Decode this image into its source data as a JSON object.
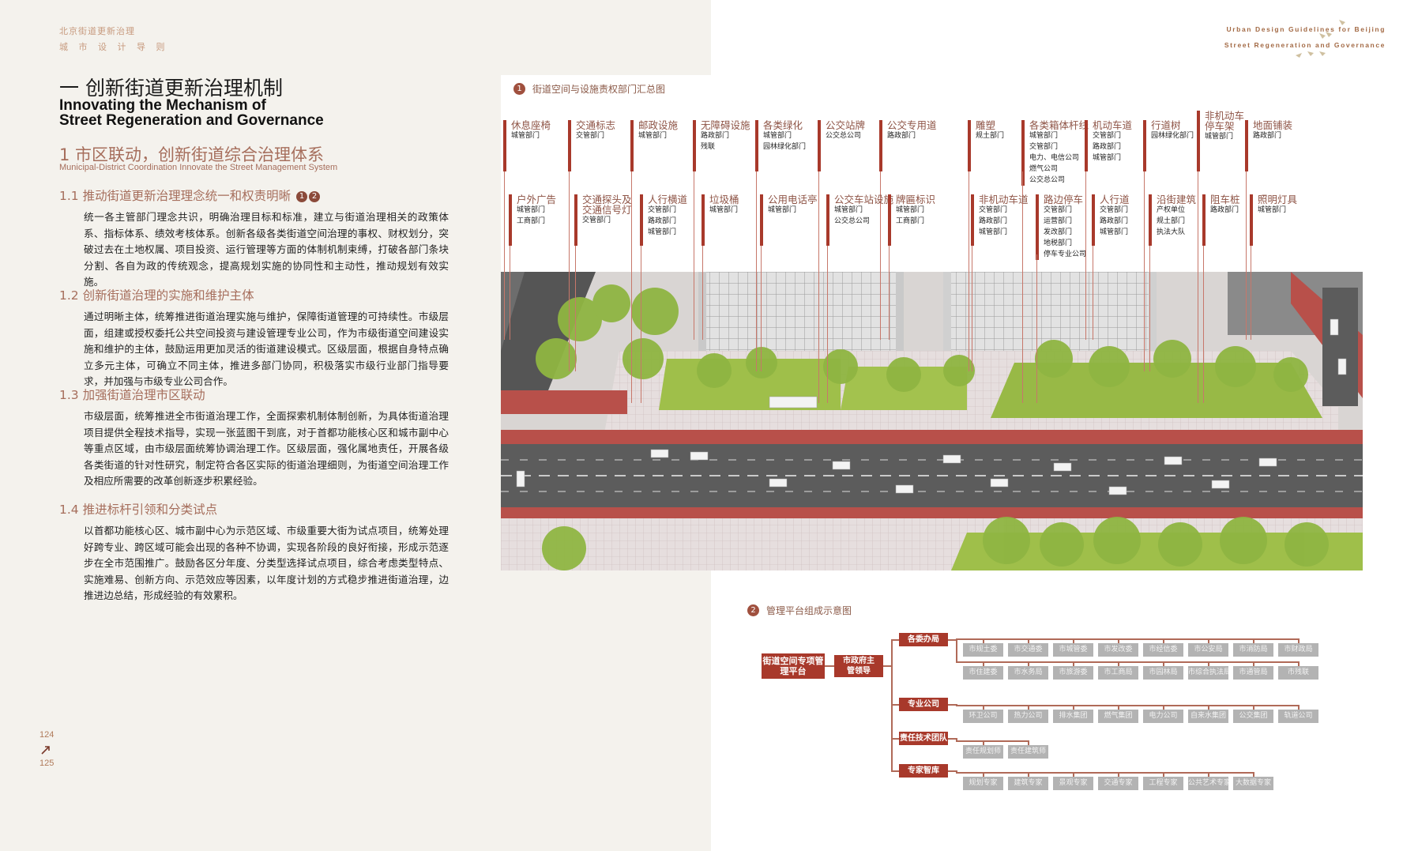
{
  "running_header": {
    "line1": "北京街道更新治理",
    "line2": "城 市 设 计 导 则"
  },
  "top_right": {
    "line1": "Urban Design Guidelines for  Beijing",
    "line2": "Street Regeneration and Governance"
  },
  "chapter": {
    "title_cn": "一   创新街道更新治理机制",
    "title_en_1": "Innovating the Mechanism of",
    "title_en_2": "Street Regeneration and Governance"
  },
  "section": {
    "title_cn": "1   市区联动，创新街道综合治理体系",
    "title_en": "Municipal-District Coordination Innovate the Street Management System"
  },
  "subsections": [
    {
      "heading": "1.1  推动街道更新治理理念统一和权责明晰",
      "refs": [
        "1",
        "2"
      ],
      "body": "统一各主管部门理念共识，明确治理目标和标准，建立与街道治理相关的政策体系、指标体系、绩效考核体系。创新各级各类街道空间治理的事权、财权划分，突破过去在土地权属、项目投资、运行管理等方面的体制机制束缚，打破各部门条块分割、各自为政的传统观念，提高规划实施的协同性和主动性，推动规划有效实施。"
    },
    {
      "heading": "1.2  创新街道治理的实施和维护主体",
      "body": "通过明晰主体，统筹推进街道治理实施与维护，保障街道管理的可持续性。市级层面，组建或授权委托公共空间投资与建设管理专业公司，作为市级街道空间建设实施和维护的主体，鼓励运用更加灵活的街道建设模式。区级层面，根据自身特点确立多元主体，可确立不同主体，推进多部门协同，积极落实市级行业部门指导要求，并加强与市级专业公司合作。"
    },
    {
      "heading": "1.3  加强街道治理市区联动",
      "body": "市级层面，统筹推进全市街道治理工作，全面探索机制体制创新，为具体街道治理项目提供全程技术指导，实现一张蓝图干到底，对于首都功能核心区和城市副中心等重点区域，由市级层面统筹协调治理工作。区级层面，强化属地责任，开展各级各类街道的针对性研究，制定符合各区实际的街道治理细则，为街道空间治理工作及相应所需要的改革创新逐步积累经验。"
    },
    {
      "heading": "1.4  推进标杆引领和分类试点",
      "body": "以首都功能核心区、城市副中心为示范区域、市级重要大街为试点项目，统筹处理好跨专业、跨区域可能会出现的各种不协调，实现各阶段的良好衔接，形成示范逐步在全市范围推广。鼓励各区分年度、分类型选择试点项目，综合考虑类型特点、实施难易、创新方向、示范效应等因素，以年度计划的方式稳步推进街道治理，边推进边总结，形成经验的有效累积。"
    }
  ],
  "page_numbers": {
    "left": "124",
    "right": "125"
  },
  "figure1": {
    "number": "1",
    "title": "街道空间与设施责权部门汇总图",
    "top_row": [
      {
        "name": "休息座椅",
        "depts": [
          "城管部门"
        ]
      },
      {
        "name": "交通标志",
        "depts": [
          "交管部门"
        ]
      },
      {
        "name": "邮政设施",
        "depts": [
          "城管部门"
        ]
      },
      {
        "name": "无障碍设施",
        "depts": [
          "路政部门",
          "残联"
        ]
      },
      {
        "name": "各类绿化",
        "depts": [
          "城管部门",
          "园林绿化部门"
        ]
      },
      {
        "name": "公交站牌",
        "depts": [
          "公交总公司"
        ]
      },
      {
        "name": "公交专用道",
        "depts": [
          "路政部门"
        ]
      },
      {
        "name": "雕塑",
        "depts": [
          "规土部门"
        ]
      },
      {
        "name": "各类箱体杆线",
        "depts": [
          "城管部门",
          "交管部门",
          "电力、电信公司",
          "燃气公司",
          "公交总公司"
        ]
      },
      {
        "name": "机动车道",
        "depts": [
          "交管部门",
          "路政部门",
          "城管部门"
        ]
      },
      {
        "name": "行道树",
        "depts": [
          "园林绿化部门"
        ]
      },
      {
        "name": "非机动车停车架",
        "depts": [
          "城管部门"
        ]
      },
      {
        "name": "地面铺装",
        "depts": [
          "路政部门"
        ]
      }
    ],
    "bottom_row": [
      {
        "name": "户外广告",
        "depts": [
          "城管部门",
          "工商部门"
        ]
      },
      {
        "name": "交通探头及交通信号灯",
        "depts": [
          "交管部门"
        ]
      },
      {
        "name": "人行横道",
        "depts": [
          "交管部门",
          "路政部门",
          "城管部门"
        ]
      },
      {
        "name": "垃圾桶",
        "depts": [
          "城管部门"
        ]
      },
      {
        "name": "公用电话亭",
        "depts": [
          "城管部门"
        ]
      },
      {
        "name": "公交车站设施",
        "depts": [
          "城管部门",
          "公交总公司"
        ]
      },
      {
        "name": "牌匾标识",
        "depts": [
          "城管部门",
          "工商部门"
        ]
      },
      {
        "name": "非机动车道",
        "depts": [
          "交管部门",
          "路政部门",
          "城管部门"
        ]
      },
      {
        "name": "路边停车",
        "depts": [
          "交管部门",
          "运营部门",
          "发改部门",
          "地税部门",
          "停车专业公司"
        ]
      },
      {
        "name": "人行道",
        "depts": [
          "交管部门",
          "路政部门",
          "城管部门"
        ]
      },
      {
        "name": "沿街建筑",
        "depts": [
          "产权单位",
          "规土部门",
          "执法大队"
        ]
      },
      {
        "name": "阻车桩",
        "depts": [
          "路政部门"
        ]
      },
      {
        "name": "照明灯具",
        "depts": [
          "城管部门"
        ]
      }
    ]
  },
  "figure2": {
    "number": "2",
    "title": "管理平台组成示意图",
    "root": "街道空间专项管理平台",
    "leader": "市政府主管领导",
    "groups": [
      {
        "name": "各委办局",
        "rows": [
          [
            "市规土委",
            "市交通委",
            "市城管委",
            "市发改委",
            "市经信委",
            "市公安局",
            "市消防局",
            "市财政局"
          ],
          [
            "市住建委",
            "市水务局",
            "市旅游委",
            "市工商局",
            "市园林局",
            "市综合执法局",
            "市通管局",
            "市残联"
          ]
        ]
      },
      {
        "name": "专业公司",
        "rows": [
          [
            "环卫公司",
            "热力公司",
            "排水集团",
            "燃气集团",
            "电力公司",
            "自来水集团",
            "公交集团",
            "轨道公司"
          ]
        ]
      },
      {
        "name": "责任技术团队",
        "rows": [
          [
            "责任规划师",
            "责任建筑师"
          ]
        ]
      },
      {
        "name": "专家智库",
        "rows": [
          [
            "规划专家",
            "建筑专家",
            "景观专家",
            "交通专家",
            "工程专家",
            "公共艺术专家",
            "大数据专家"
          ]
        ]
      }
    ]
  },
  "colors": {
    "accent": "#a8392b",
    "heading": "#a66e5c",
    "grey_box": "#b3b3b3",
    "left_page": "#f4f2ed"
  }
}
